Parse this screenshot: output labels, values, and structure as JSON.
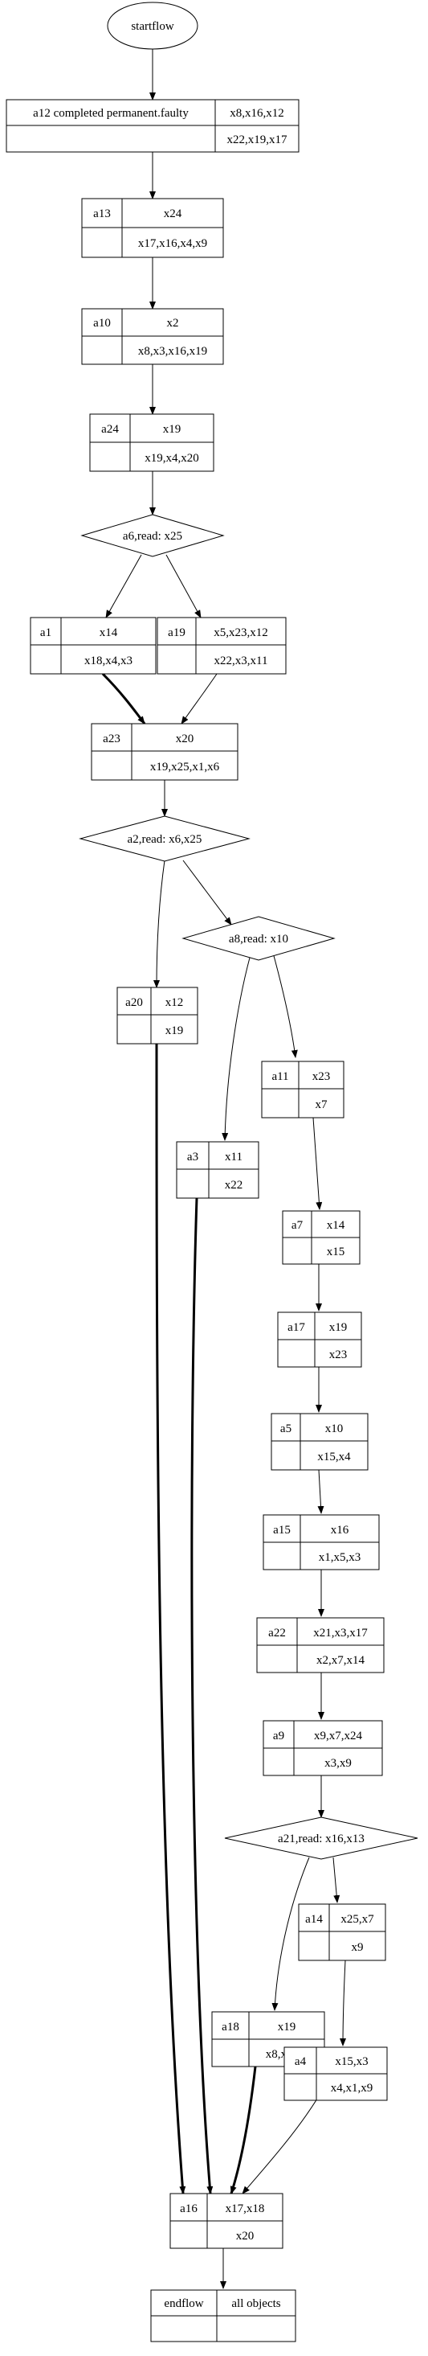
{
  "flow": {
    "start": "startflow",
    "end_left": "endflow",
    "end_right": "all objects",
    "nodes": {
      "a12": {
        "id": "a12 completed permanent.faulty",
        "in": "x8,x16,x12",
        "out": "x22,x19,x17"
      },
      "a13": {
        "id": "a13",
        "in": "x24",
        "out": "x17,x16,x4,x9"
      },
      "a10": {
        "id": "a10",
        "in": "x2",
        "out": "x8,x3,x16,x19"
      },
      "a24": {
        "id": "a24",
        "in": "x19",
        "out": "x19,x4,x20"
      },
      "a1": {
        "id": "a1",
        "in": "x14",
        "out": "x18,x4,x3"
      },
      "a19": {
        "id": "a19",
        "in": "x5,x23,x12",
        "out": "x22,x3,x11"
      },
      "a23": {
        "id": "a23",
        "in": "x20",
        "out": "x19,x25,x1,x6"
      },
      "a20": {
        "id": "a20",
        "in": "x12",
        "out": "x19"
      },
      "a11": {
        "id": "a11",
        "in": "x23",
        "out": "x7"
      },
      "a3": {
        "id": "a3",
        "in": "x11",
        "out": "x22"
      },
      "a7": {
        "id": "a7",
        "in": "x14",
        "out": "x15"
      },
      "a17": {
        "id": "a17",
        "in": "x19",
        "out": "x23"
      },
      "a5": {
        "id": "a5",
        "in": "x10",
        "out": "x15,x4"
      },
      "a15": {
        "id": "a15",
        "in": "x16",
        "out": "x1,x5,x3"
      },
      "a22": {
        "id": "a22",
        "in": "x21,x3,x17",
        "out": "x2,x7,x14"
      },
      "a9": {
        "id": "a9",
        "in": "x9,x7,x24",
        "out": "x3,x9"
      },
      "a14": {
        "id": "a14",
        "in": "x25,x7",
        "out": "x9"
      },
      "a18": {
        "id": "a18",
        "in": "x19",
        "out": "x8,x5,x3"
      },
      "a4": {
        "id": "a4",
        "in": "x15,x3",
        "out": "x4,x1,x9"
      },
      "a16": {
        "id": "a16",
        "in": "x17,x18",
        "out": "x20"
      }
    },
    "decisions": {
      "a6": "a6,read: x25",
      "a2": "a2,read: x6,x25",
      "a8": "a8,read: x10",
      "a21": "a21,read: x16,x13"
    }
  }
}
